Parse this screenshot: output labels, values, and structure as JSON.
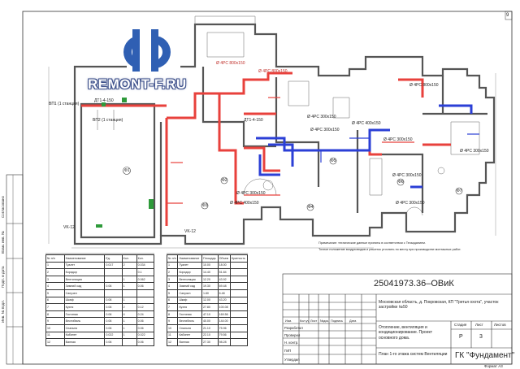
{
  "logo": {
    "text": "REMONT-F.RU"
  },
  "sheet_number": "9",
  "notes": [
    "Примечание: технические данные приняты в соответствии с Техзаданием.",
    "Точное положение воздуховодов и решеток уточнить по месту при производстве монтажных работ."
  ],
  "room_labels": [
    "Ф1",
    "Ф2",
    "Ф3",
    "Ф4",
    "Ф5",
    "Ф6",
    "Ф7"
  ],
  "duct_tags": [
    "Ø 4РС 800x150",
    "Ø 4РС 800x150",
    "Ø 4РС 300x150",
    "Ø 4РС 300x150",
    "Ø 4РС 400x150",
    "Ø 4РС 300x150",
    "Ø 4РС 300x150",
    "Ø 4РС 300x150",
    "Ø 4РС 400x150",
    "Ø 4РС 300x150",
    "Ø 4РС 800x150",
    "Ø 4РС 300x150"
  ],
  "unit_tags": [
    "ВП1 (1 станция)",
    "ВП2 (1 станция)",
    "ДТ1-4-150",
    "ДТ1-4-150",
    "VK-12",
    "VK-12"
  ],
  "left_spec": {
    "header": [
      "№ п/п",
      "Наименование",
      "Ед.",
      "Кол.",
      "Кол."
    ],
    "rows": [
      [
        "1",
        "Туалет",
        "0.017",
        "2",
        "0.034"
      ],
      [
        "2",
        "Коридор",
        "",
        "",
        "0.1"
      ],
      [
        "3",
        "Вентиляция",
        "",
        "1",
        "0.062"
      ],
      [
        "4",
        "Зимний сад",
        "0.06",
        "1",
        "0.06"
      ],
      [
        "5",
        "Санузел",
        "",
        "",
        ""
      ],
      [
        "6",
        "Шкаф",
        "0.06",
        "1",
        ""
      ],
      [
        "7",
        "Кухня",
        "0.06",
        "2",
        "0.12"
      ],
      [
        "8",
        "Гостиная",
        "0.06",
        "4",
        "0.24"
      ],
      [
        "9",
        "Вестибюль",
        "0.06",
        "1",
        "0.06"
      ],
      [
        "10",
        "Спальня",
        "0.06",
        "1",
        "0.06"
      ],
      [
        "11",
        "Кабинет",
        "0.022",
        "1",
        "0.022"
      ],
      [
        "12",
        "Ванная",
        "0.06",
        "",
        "0.06"
      ]
    ]
  },
  "right_spec": {
    "header": [
      "№ п/п",
      "Наименование",
      "Площадь",
      "Объем",
      "Кратность"
    ],
    "rows": [
      [
        "1",
        "Туалет",
        "10.00",
        "18.00",
        ""
      ],
      [
        "2",
        "Коридор",
        "14.40",
        "51.84",
        ""
      ],
      [
        "3",
        "Вентиляция",
        "12.20",
        "43.92",
        ""
      ],
      [
        "4",
        "Зимний сад",
        "19.30",
        "69.48",
        ""
      ],
      [
        "5",
        "Санузел",
        "1.80",
        "6.48",
        ""
      ],
      [
        "6",
        "Шкаф",
        "12.00",
        "43.20",
        ""
      ],
      [
        "7",
        "Кухня",
        "27.80",
        "100.08",
        ""
      ],
      [
        "8",
        "Гостиная",
        "47.10",
        "169.56",
        ""
      ],
      [
        "9",
        "Вестибюль",
        "40.00",
        "144.00",
        ""
      ],
      [
        "10",
        "Спальня",
        "21.10",
        "75.96",
        ""
      ],
      [
        "11",
        "Кабинет",
        "22.10",
        "79.56",
        ""
      ],
      [
        "12",
        "Ванная",
        "27.30",
        "98.28",
        ""
      ]
    ]
  },
  "title_block": {
    "code": "25041973.36–ОВиК",
    "address": "Московская область, д. Покровская, КП \"Третья охота\", участок застройки №50",
    "project": "Отопление, вентиляция и кондиционирование. Проект основного дома.",
    "sheet_title": "План 1-го этажа систем Вентиляции",
    "stage_label": "Стадия",
    "sheet_label": "Лист",
    "sheets_label": "Листов",
    "stage": "Р",
    "sheet": "3",
    "company": "ГК \"Фундамент\"",
    "format": "Формат А3",
    "roles": [
      "Разработал",
      "Проверил",
      "Н. контр.",
      "ГИП",
      "Утвердил"
    ],
    "columns": [
      "Изм.",
      "Кол.уч",
      "Лист",
      "№док.",
      "Подпись",
      "Дата"
    ]
  },
  "side_stamp": [
    "Согласовано",
    "Взам. инв. №",
    "Подп. и дата",
    "Инв. № подл."
  ],
  "colors": {
    "supply": "#e8413c",
    "exhaust": "#2b3fd6",
    "line": "#333333",
    "logo": "#2f5fb3"
  }
}
